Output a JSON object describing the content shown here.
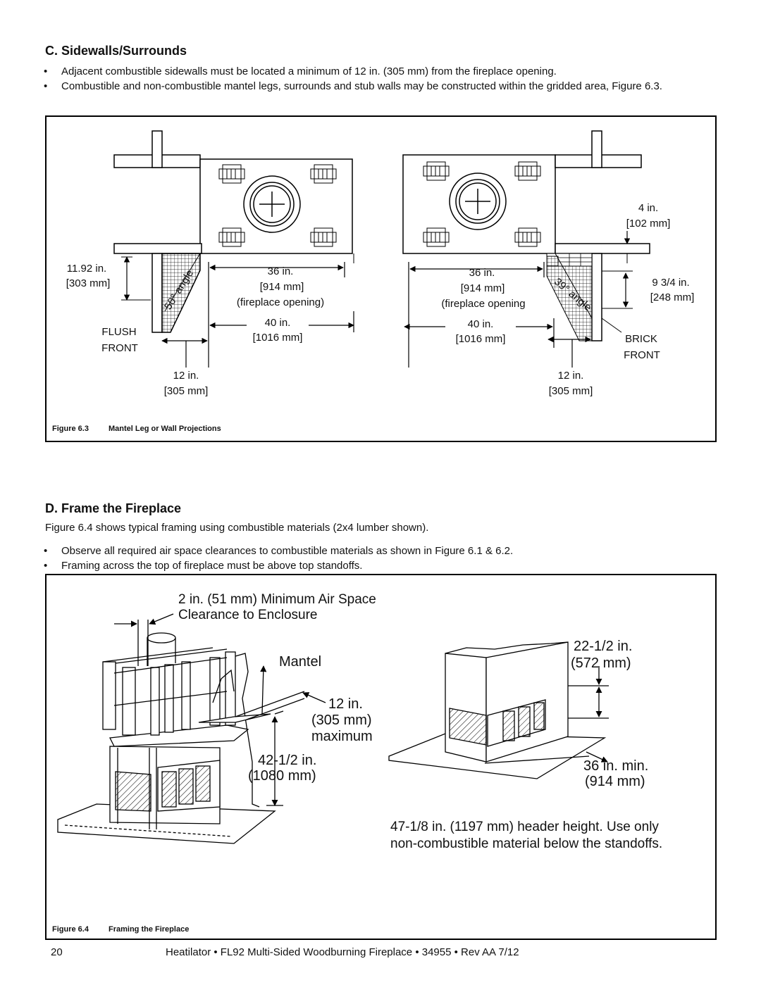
{
  "section_c": {
    "heading": "C. Sidewalls/Surrounds",
    "bullets": [
      "Adjacent combustible sidewalls must be located a minimum of 12 in. (305 mm) from the fireplace opening.",
      "Combustible and non-combustible mantel legs, surrounds and stub walls may be constructed within the gridded area, Figure 6.3."
    ]
  },
  "figure_6_3": {
    "caption_num": "Figure 6.3",
    "caption_title": "Mantel Leg or Wall Projections",
    "left": {
      "depth_in": "11.92 in.",
      "depth_mm": "[303 mm]",
      "angle": "50° angle",
      "front_line1": "FLUSH",
      "front_line2": "FRONT",
      "open_in": "36 in.",
      "open_mm": "[914 mm]",
      "open_note": "(fireplace opening)",
      "width_in": "40 in.",
      "width_mm": "[1016 mm]",
      "side_in": "12 in.",
      "side_mm": "[305 mm]"
    },
    "right": {
      "top_in": "4 in.",
      "top_mm": "[102 mm]",
      "depth_in": "9 3/4 in.",
      "depth_mm": "[248 mm]",
      "angle": "39° angle",
      "front_line1": "BRICK",
      "front_line2": "FRONT",
      "open_in": "36 in.",
      "open_mm": "[914 mm]",
      "open_note": "(fireplace opening",
      "width_in": "40 in.",
      "width_mm": "[1016 mm]",
      "side_in": "12 in.",
      "side_mm": "[305 mm]"
    }
  },
  "section_d": {
    "heading": "D. Frame the Fireplace",
    "intro": "Figure 6.4 shows typical framing using combustible materials (2x4 lumber shown).",
    "bullets": [
      "Observe all required air space clearances to combustible materials as shown in Figure 6.1 & 6.2.",
      "Framing across the top of fireplace must be above top standoffs."
    ]
  },
  "figure_6_4": {
    "caption_num": "Figure 6.4",
    "caption_title": "Framing the Fireplace",
    "airspace_line1": "2 in. (51 mm) Minimum Air Space",
    "airspace_line2": "Clearance to Enclosure",
    "mantel": "Mantel",
    "mantel_depth_1": "12 in.",
    "mantel_depth_2": "(305 mm)",
    "mantel_depth_3": "maximum",
    "mantel_height_1": "42-1/2 in.",
    "mantel_height_2": "(1080 mm)",
    "top_height_1": "22-1/2 in.",
    "top_height_2": "(572 mm)",
    "min_1": "36 in. min.",
    "min_2": "(914 mm)",
    "header_1": "47-1/8 in. (1197 mm) header height. Use only",
    "header_2": "non-combustible material below the standoffs."
  },
  "footer": {
    "page": "20",
    "text": "Heatilator • FL92 Multi-Sided Woodburning Fireplace • 34955 • Rev AA 7/12"
  }
}
